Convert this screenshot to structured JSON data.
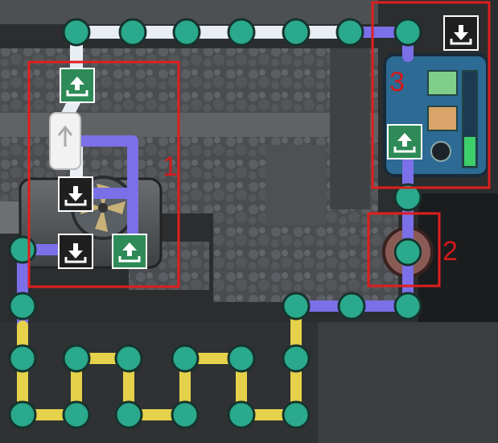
{
  "annotations": {
    "region_1": {
      "label": "1",
      "color": "#e01e1e"
    },
    "region_2": {
      "label": "2",
      "color": "#e01e1e"
    },
    "region_3": {
      "label": "3",
      "color": "#e01e1e"
    }
  },
  "colors": {
    "background": "#1a1c1e",
    "wall": "#3a3c3e",
    "pipe_white": "#e8eef4",
    "pipe_violet": "#7b70e8",
    "pipe_yellow": "#e5d24a",
    "node_fill": "#2aa98c",
    "port_input": "#1f1f1f",
    "port_output": "#2e8b57",
    "highlight": "#e01e1e"
  },
  "icons": {
    "input_port": "input-port-icon",
    "output_port": "output-port-icon",
    "pipe_bridge": "pipe-bridge-icon",
    "valve": "valve-icon",
    "fan": "fan-icon"
  }
}
